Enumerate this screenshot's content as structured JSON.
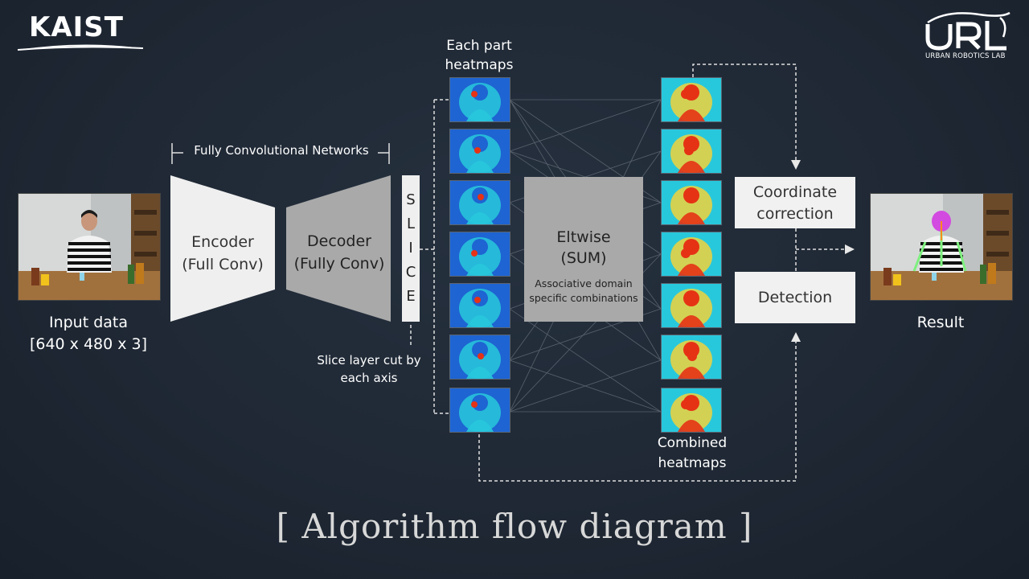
{
  "logos": {
    "kaist": "KAIST",
    "url_word": "URL",
    "url_sub": "URBAN ROBOTICS LAB"
  },
  "labels": {
    "input": "Input data",
    "input_dims": "[640 x 480 x 3]",
    "fcn": "Fully Convolutional Networks",
    "encoder_1": "Encoder",
    "encoder_2": "(Full Conv)",
    "decoder_1": "Decoder",
    "decoder_2": "(Fully Conv)",
    "slice_letters": [
      "S",
      "L",
      "I",
      "C",
      "E"
    ],
    "slice_note_1": "Slice layer cut by",
    "slice_note_2": "each axis",
    "part_heatmaps_1": "Each part",
    "part_heatmaps_2": "heatmaps",
    "eltwise_1": "Eltwise",
    "eltwise_2": "(SUM)",
    "eltwise_note_1": "Associative domain",
    "eltwise_note_2": "specific combinations",
    "combined_1": "Combined",
    "combined_2": "heatmaps",
    "coord_1": "Coordinate",
    "coord_2": "correction",
    "detection": "Detection",
    "result": "Result",
    "title": "[ Algorithm flow diagram ]"
  },
  "colors": {
    "background": "#1f2834",
    "box_light": "#f1f1f1",
    "box_grey": "#a9a9a9",
    "heatmap_low": "#1e64d2",
    "heatmap_mid": "#28c8dc",
    "heatmap_high": "#e63214",
    "title_text": "#d8d8d8"
  }
}
